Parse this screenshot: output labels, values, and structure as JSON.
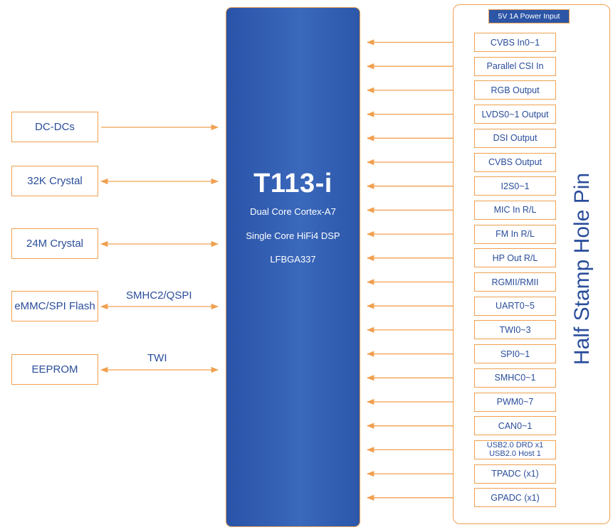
{
  "soc": {
    "title": "T113-i",
    "line1": "Dual Core  Cortex-A7",
    "line2": "Single Core HiFi4 DSP",
    "line3": "LFBGA337"
  },
  "left_peripherals": [
    {
      "label": "DC-DCs",
      "direction": "out",
      "bus": ""
    },
    {
      "label": "32K  Crystal",
      "direction": "both",
      "bus": ""
    },
    {
      "label": "24M Crystal",
      "direction": "both",
      "bus": ""
    },
    {
      "label": "eMMC/SPI Flash",
      "direction": "both",
      "bus": "SMHC2/QSPI"
    },
    {
      "label": "EEPROM",
      "direction": "both",
      "bus": "TWI"
    }
  ],
  "pin_panel": {
    "title": "Half Stamp Hole Pin",
    "power_label": "5V 1A Power Input",
    "interfaces": [
      {
        "label": "CVBS In0~1",
        "direction": "in"
      },
      {
        "label": "Parallel CSI In",
        "direction": "in"
      },
      {
        "label": "RGB Output",
        "direction": "out"
      },
      {
        "label": "LVDS0~1 Output",
        "direction": "out"
      },
      {
        "label": "DSI Output",
        "direction": "out"
      },
      {
        "label": "CVBS Output",
        "direction": "out"
      },
      {
        "label": "I2S0~1",
        "direction": "both"
      },
      {
        "label": "MIC In R/L",
        "direction": "in"
      },
      {
        "label": "FM In R/L",
        "direction": "in"
      },
      {
        "label": "HP Out R/L",
        "direction": "out"
      },
      {
        "label": "RGMII/RMII",
        "direction": "both"
      },
      {
        "label": "UART0~5",
        "direction": "both"
      },
      {
        "label": "TWI0~3",
        "direction": "both"
      },
      {
        "label": "SPI0~1",
        "direction": "both"
      },
      {
        "label": "SMHC0~1",
        "direction": "both"
      },
      {
        "label": "PWM0~7",
        "direction": "out"
      },
      {
        "label": "CAN0~1",
        "direction": "both"
      },
      {
        "label": "USB2.0 DRD x1",
        "label2": "USB2.0 Host 1",
        "direction": "both"
      },
      {
        "label": "TPADC (x1)",
        "direction": "in"
      },
      {
        "label": "GPADC (x1)",
        "direction": "in"
      }
    ]
  },
  "colors": {
    "accent": "#f0a050",
    "soc_blue": "#2a53a8",
    "text_blue": "#2a4d9b"
  }
}
